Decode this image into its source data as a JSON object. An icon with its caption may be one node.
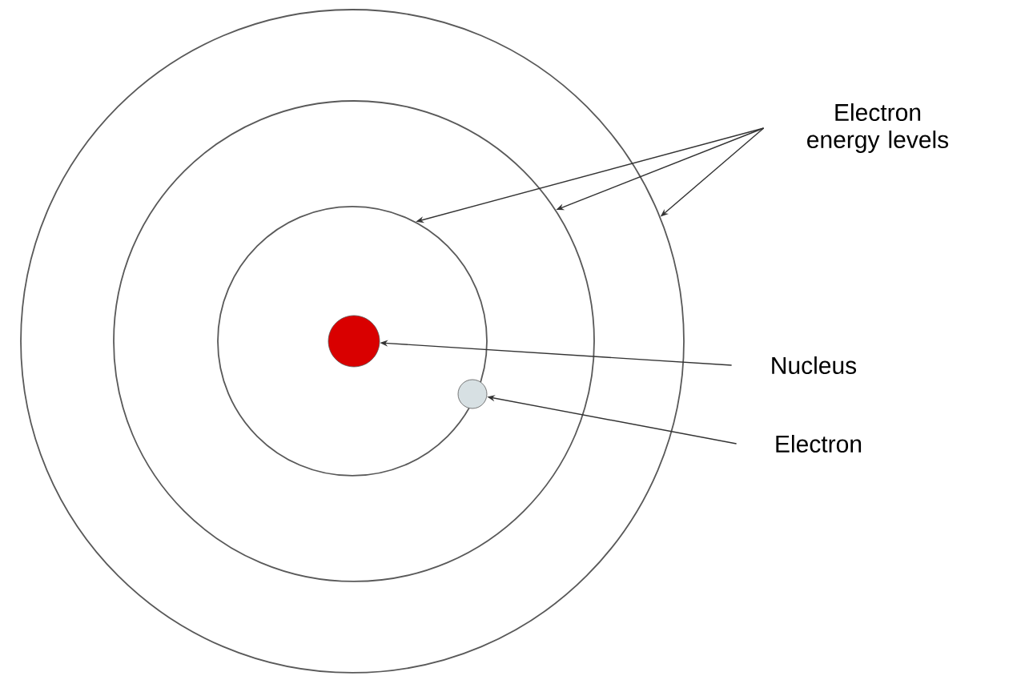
{
  "diagram": {
    "nodes": [
      {
        "text": [],
        "shape": "circle",
        "in": 1
      },
      {
        "text": [],
        "shape": "circle",
        "in": 2
      },
      {
        "text": [],
        "shape": "circle"
      },
      {
        "text": [],
        "shape": "circle",
        "in": 0
      },
      {
        "text": [],
        "shape": "circle",
        "in": 0
      },
      {
        "text": [
          "Electron energy levels"
        ]
      },
      {
        "text": [
          "Nucleus"
        ]
      },
      {
        "text": [
          "Electron"
        ]
      }
    ],
    "edges": [
      {
        "from": 5,
        "to": 0,
        "arrow": "to"
      },
      {
        "from": 5,
        "to": 1,
        "arrow": "to"
      },
      {
        "from": 5,
        "to": 2,
        "arrow": "to"
      },
      {
        "from": 6,
        "to": 3,
        "arrow": "to"
      },
      {
        "from": 7,
        "to": 4,
        "arrow": "to"
      }
    ]
  }
}
